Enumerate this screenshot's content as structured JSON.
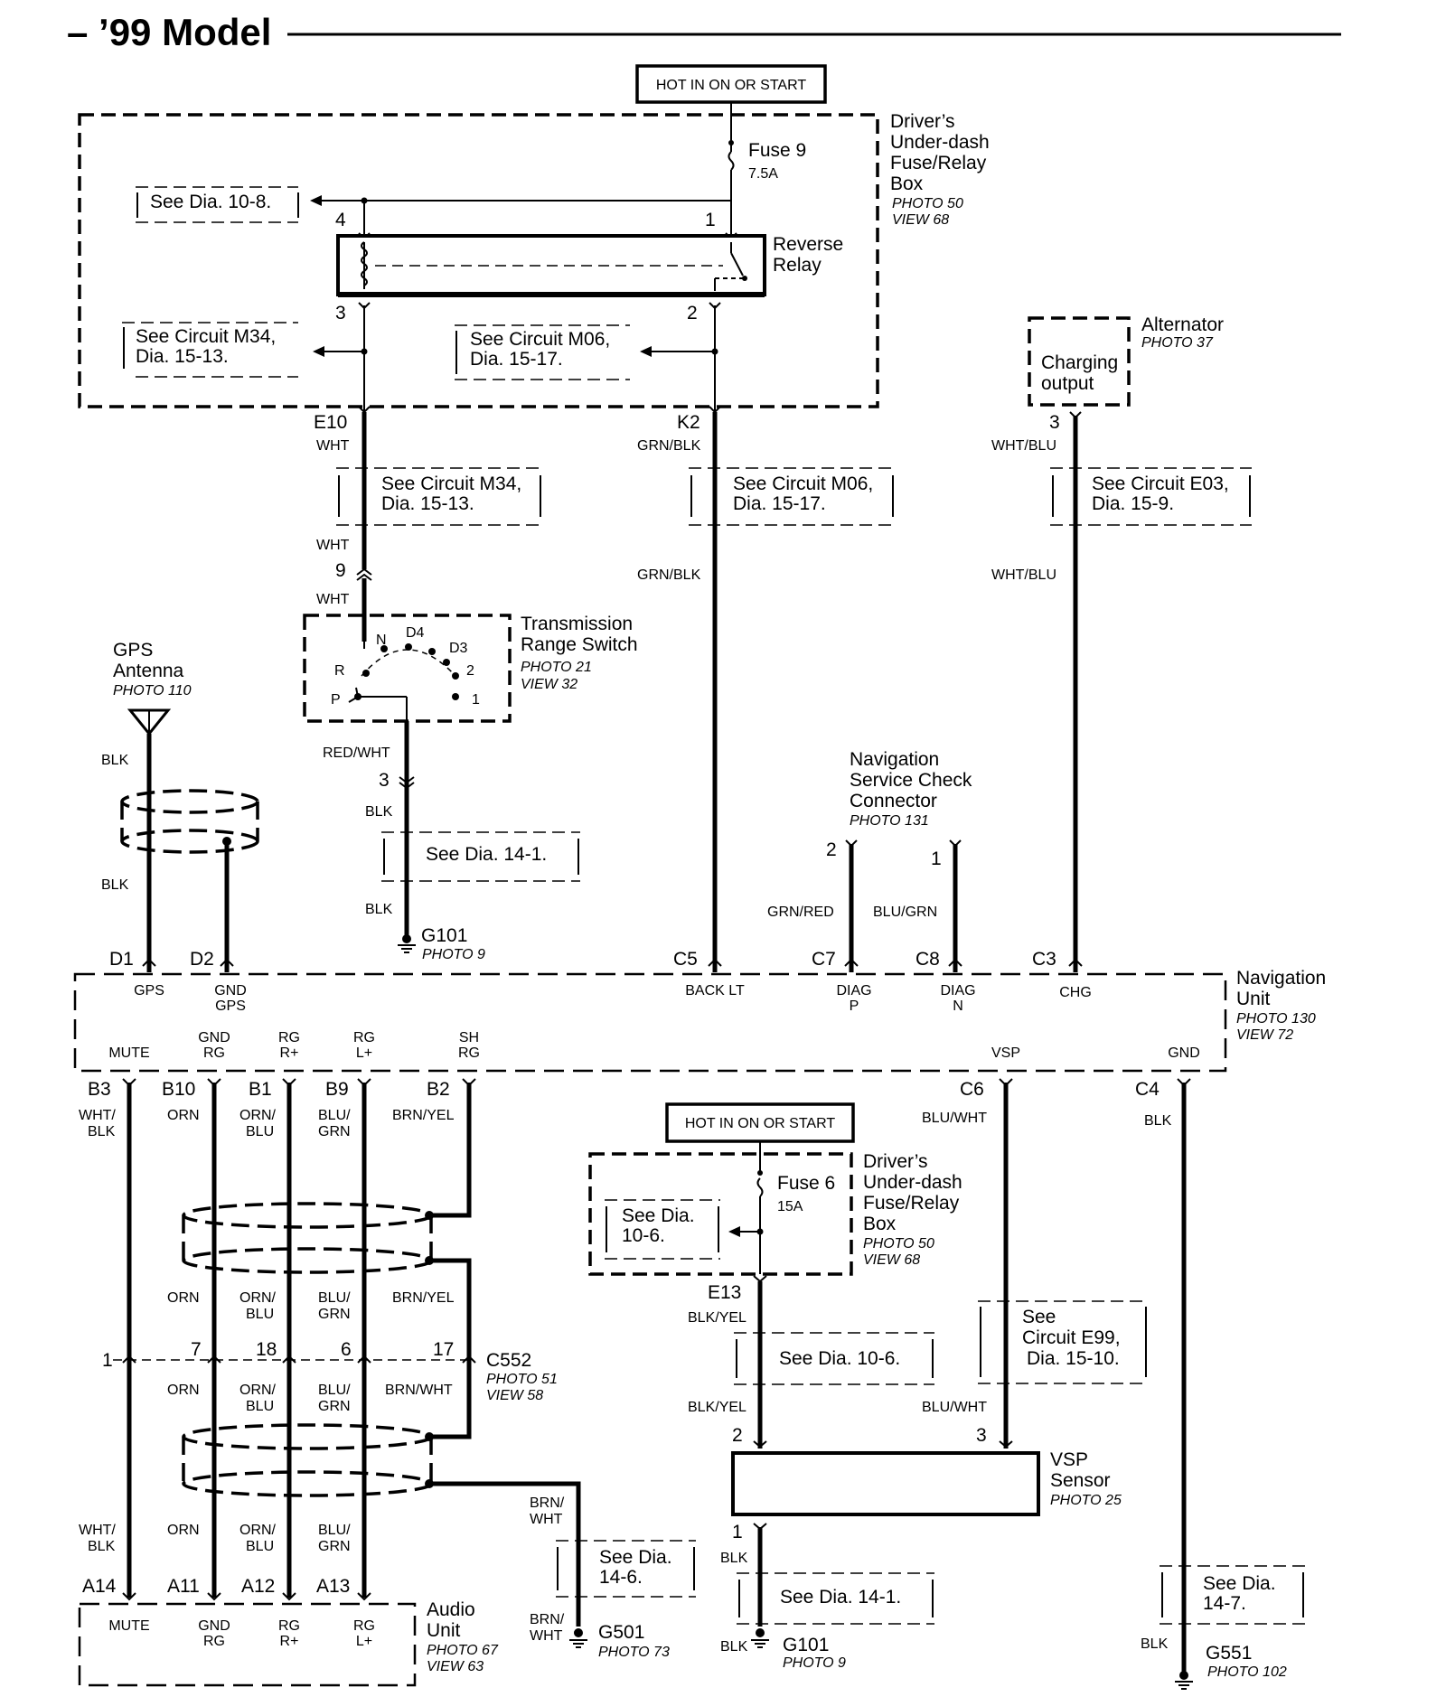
{
  "title": "– ’99 Model",
  "power_labels": {
    "top": "HOT IN ON OR START",
    "mid": "HOT IN ON OR START"
  },
  "fuse_box_top": {
    "name_lines": [
      "Driver’s",
      "Under-dash",
      "Fuse/Relay",
      "Box"
    ],
    "photo": "PHOTO 50",
    "view": "VIEW 68",
    "fuse": "Fuse 9",
    "rating": "7.5A",
    "relay_lines": [
      "Reverse",
      "Relay"
    ],
    "pins": {
      "p1": "1",
      "p2": "2",
      "p3": "3",
      "p4": "4"
    },
    "ref_dia": "See Dia. 10-8.",
    "ref_m34": [
      "See Circuit M34,",
      "Dia. 15-13."
    ],
    "ref_m06": [
      "See Circuit M06,",
      "Dia. 15-17."
    ]
  },
  "alternator": {
    "name": "Alternator",
    "photo": "PHOTO 37",
    "inner_lines": [
      "Charging",
      "output"
    ],
    "pin": "3"
  },
  "wires_top": {
    "e10": "E10",
    "k2": "K2",
    "wht": "WHT",
    "grnblk": "GRN/BLK",
    "whtblu": "WHT/BLU",
    "ref_m34": [
      "See Circuit M34,",
      "Dia. 15-13."
    ],
    "ref_m06": [
      "See Circuit M06,",
      "Dia. 15-17."
    ],
    "ref_e03": [
      "See Circuit E03,",
      "Dia. 15-9."
    ],
    "pin9": "9",
    "redwht": "RED/WHT",
    "pin3": "3",
    "blk": "BLK",
    "ref_14_1": "See Dia. 14-1.",
    "g101": "G101",
    "g101_photo": "PHOTO 9"
  },
  "trs": {
    "name_lines": [
      "Transmission",
      "Range Switch"
    ],
    "photo": "PHOTO 21",
    "view": "VIEW 32",
    "positions": {
      "n": "N",
      "d4": "D4",
      "d3": "D3",
      "r": "R",
      "two": "2",
      "p": "P",
      "one": "1"
    }
  },
  "gps": {
    "name_lines": [
      "GPS",
      "Antenna"
    ],
    "photo": "PHOTO 110",
    "blk": "BLK"
  },
  "nav_check": {
    "name_lines": [
      "Navigation",
      "Service Check",
      "Connector"
    ],
    "photo": "PHOTO 131",
    "pin2": "2",
    "pin1": "1",
    "grnred": "GRN/RED",
    "blugrn": "BLU/GRN"
  },
  "nav_unit": {
    "name_lines": [
      "Navigation",
      "Unit"
    ],
    "photo": "PHOTO 130",
    "view": "VIEW 72",
    "top_pins": [
      "D1",
      "D2",
      "C5",
      "C7",
      "C8",
      "C3"
    ],
    "top_terms": {
      "gps": "GPS",
      "gnd": "GND",
      "gps2": "GPS",
      "backlt": "BACK LT",
      "diag": "DIAG",
      "p": "P",
      "diag2": "DIAG",
      "n": "N",
      "chg": "CHG"
    },
    "bottom_terms": {
      "mute": "MUTE",
      "gnd": "GND",
      "rg": "RG",
      "rg1": "RG",
      "rplus": "R+",
      "rg2": "RG",
      "lplus": "L+",
      "sh": "SH",
      "rg3": "RG",
      "vsp": "VSP",
      "gnd2": "GND"
    },
    "bottom_pins": [
      "B3",
      "B10",
      "B1",
      "B9",
      "B2",
      "C6",
      "C4"
    ]
  },
  "audio_wires": {
    "wht_blk": [
      "WHT/",
      "BLK"
    ],
    "orn": "ORN",
    "orn_blu": [
      "ORN/",
      "BLU"
    ],
    "blu_grn": [
      "BLU/",
      "GRN"
    ],
    "brn_yel": "BRN/YEL",
    "brn_wht": "BRN/WHT",
    "brn_wht2": [
      "BRN/",
      "WHT"
    ],
    "c552": "C552",
    "c552_photo": "PHOTO 51",
    "c552_view": "VIEW 58",
    "c552_pins": [
      "1",
      "7",
      "18",
      "6",
      "17"
    ],
    "audio_pins": [
      "A14",
      "A11",
      "A12",
      "A13"
    ],
    "ref_14_6": [
      "See Dia.",
      "14-6."
    ],
    "g501": "G501",
    "g501_photo": "PHOTO 73"
  },
  "audio_unit": {
    "name_lines": [
      "Audio",
      "Unit"
    ],
    "photo": "PHOTO 67",
    "view": "VIEW 63",
    "terms": {
      "mute": "MUTE",
      "gnd": "GND",
      "rg": "RG",
      "rg1": "RG",
      "rplus": "R+",
      "rg2": "RG",
      "lplus": "L+"
    }
  },
  "fuse_box_mid": {
    "name_lines": [
      "Driver’s",
      "Under-dash",
      "Fuse/Relay",
      "Box"
    ],
    "photo": "PHOTO 50",
    "view": "VIEW 68",
    "fuse": "Fuse 6",
    "rating": "15A",
    "ref": [
      "See Dia.",
      "10-6."
    ],
    "e13": "E13",
    "blkyel": "BLK/YEL",
    "ref_10_6": "See Dia. 10-6."
  },
  "vsp": {
    "name_lines": [
      "VSP",
      "Sensor"
    ],
    "photo": "PHOTO 25",
    "c6": "C6",
    "bluwht": "BLU/WHT",
    "ref_e99": [
      "See",
      "Circuit E99,",
      "Dia. 15-10."
    ],
    "pin2": "2",
    "pin3": "3",
    "pin1": "1",
    "blk": "BLK",
    "ref_14_1": "See Dia. 14-1.",
    "g101": "G101",
    "g101_photo": "PHOTO 9"
  },
  "ground_c4": {
    "c4": "C4",
    "blk": "BLK",
    "ref": [
      "See Dia.",
      "14-7."
    ],
    "g551": "G551",
    "photo": "PHOTO 102"
  }
}
